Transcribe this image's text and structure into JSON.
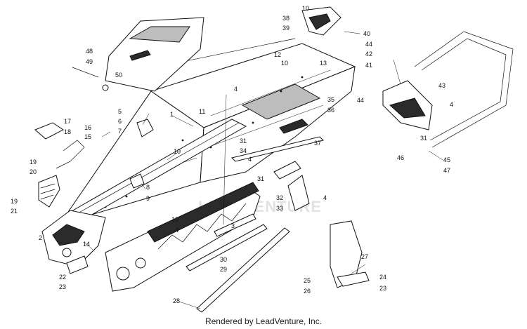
{
  "diagram": {
    "callouts": [
      "1",
      "2",
      "3",
      "4",
      "4",
      "4",
      "4",
      "4",
      "5",
      "6",
      "7",
      "8",
      "9",
      "10",
      "10",
      "10",
      "10",
      "11",
      "12",
      "13",
      "14",
      "15",
      "16",
      "17",
      "18",
      "19",
      "19",
      "20",
      "21",
      "22",
      "23",
      "23",
      "24",
      "25",
      "26",
      "27",
      "28",
      "29",
      "30",
      "31",
      "31",
      "31",
      "32",
      "33",
      "34",
      "35",
      "36",
      "37",
      "38",
      "39",
      "40",
      "41",
      "42",
      "43",
      "44",
      "44",
      "45",
      "46",
      "47",
      "48",
      "49",
      "50"
    ],
    "watermark": "LEADVENTURE",
    "credit": "Rendered by LeadVenture, Inc."
  }
}
